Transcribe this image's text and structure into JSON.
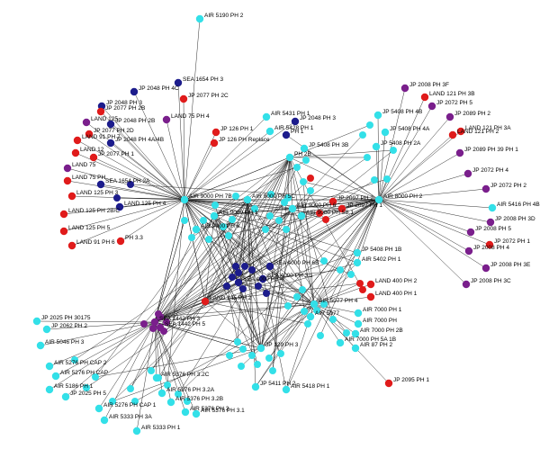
{
  "graph": {
    "colors": {
      "cyan": "#33e0e8",
      "red": "#e01b1b",
      "navy": "#1c1c8c",
      "purple": "#7a1f8c"
    },
    "nodes": [
      {
        "id": "AIR 5190 PH 2",
        "label": "AIR 5190 PH 2",
        "color": "cyan"
      },
      {
        "id": "SEA 1654 PH 3",
        "label": "SEA 1654 PH 3",
        "color": "navy"
      },
      {
        "id": "JP 2048 PH 4C",
        "label": "JP 2048 PH 4C",
        "color": "navy"
      },
      {
        "id": "JP 2077 PH 2C",
        "label": "JP 2077 PH 2C",
        "color": "red"
      },
      {
        "id": "JP 2048 PH 3",
        "label": "JP 2048 PH 3",
        "color": "navy"
      },
      {
        "id": "JP 2077 PH 2B",
        "label": "JP 2077 PH 2B",
        "color": "red"
      },
      {
        "id": "LAND 75 PH 4",
        "label": "LAND 75 PH 4",
        "color": "purple"
      },
      {
        "id": "JP 2048 PH 2B",
        "label": "JP 2048 PH 2B",
        "color": "navy"
      },
      {
        "id": "LAND 125 PH 4",
        "label": "LAND 125",
        "color": "purple"
      },
      {
        "id": "JP 2077 PH 2D",
        "label": "JP 2077 PH 2D",
        "color": "red"
      },
      {
        "id": "LAND 91 PH 7",
        "label": "LAND 91 PH 7",
        "color": "red"
      },
      {
        "id": "JP 2048 PH 4A/4B",
        "label": "JP 2048 PH 4A/4B",
        "color": "navy"
      },
      {
        "id": "LAND 121",
        "label": "LAND 12",
        "color": "red"
      },
      {
        "id": "JP 2077 PH 1",
        "label": "JP 2077 PH 1",
        "color": "red"
      },
      {
        "id": "SEA 1654 PH 2A",
        "label": "SEA 1654 PH 2A",
        "color": "navy"
      },
      {
        "id": "LAND 75 PH 3",
        "label": "LAND 75",
        "color": "purple"
      },
      {
        "id": "LAND 125 PH 3",
        "label": "LAND 125 PH 3",
        "color": "red"
      },
      {
        "id": "LAND 75 PH 5",
        "label": "LAND 75 PH",
        "color": "red"
      },
      {
        "id": "LAND 125 PH 4B",
        "label": "LAND 125 PH 4",
        "color": "navy"
      },
      {
        "id": "LAND 125 PH 2B/C",
        "label": "LAND 125 PH 2B/C",
        "color": "red"
      },
      {
        "id": "LAND 125 PH 5",
        "label": "LAND 125 PH 5",
        "color": "red"
      },
      {
        "id": "LAND 125 PH 3.3",
        "label": "PH 3.3",
        "color": "red"
      },
      {
        "id": "LAND 91 PH 6",
        "label": "LAND 91 PH 6",
        "color": "red"
      },
      {
        "id": "JP 126 PH 1",
        "label": "JP 126 PH 1",
        "color": "red"
      },
      {
        "id": "JP 126 PH Replace",
        "label": "JP 126 PH Replace",
        "color": "red"
      },
      {
        "id": "AIR 9000 PH 7B",
        "label": "AIR 9000 PH 7B",
        "color": "cyan"
      },
      {
        "id": "AIR 5431 PH 1",
        "label": "AIR 5431 PH 1",
        "color": "cyan"
      },
      {
        "id": "AIR 5428 PH 1",
        "label": "AIR 5428 PH 1",
        "color": "cyan"
      },
      {
        "id": "JP 2048 PH 3B",
        "label": "JP 2048 PH 3",
        "color": "navy"
      },
      {
        "id": "JP 2030 PH 1",
        "label": "PH 1",
        "color": "navy"
      },
      {
        "id": "JP 5408 PH 4B",
        "label": "JP 5408 PH 4B",
        "color": "cyan"
      },
      {
        "id": "JP 5408 PH 4A",
        "label": "JP 5408 PH 4A",
        "color": "cyan"
      },
      {
        "id": "JP 5408 PH 2A",
        "label": "JP 5408 PH 2A",
        "color": "cyan"
      },
      {
        "id": "JP 5408 PH 3B",
        "label": "JP 5408 PH 3B",
        "color": "cyan"
      },
      {
        "id": "JP 5408 PH 2B",
        "label": "PH 2B",
        "color": "cyan"
      },
      {
        "id": "JP 2008 PH 3F",
        "label": "JP 2008 PH 3F",
        "color": "purple"
      },
      {
        "id": "LAND 121 PH 3B",
        "label": "LAND 121 PH 3B",
        "color": "red"
      },
      {
        "id": "JP 2072 PH 5",
        "label": "JP 2072 PH 5",
        "color": "purple"
      },
      {
        "id": "JP 2089 PH 2",
        "label": "JP 2089 PH 2",
        "color": "purple"
      },
      {
        "id": "LAND 121 PH 3A",
        "label": "LAND 121 PH 3A",
        "color": "red"
      },
      {
        "id": "LAND 121 PH 2",
        "label": "LAND 121 PH 2",
        "color": "red"
      },
      {
        "id": "JP 2089 PH 39",
        "label": "JP 2089 PH 39 PH 1",
        "color": "purple"
      },
      {
        "id": "JP 2072 PH 4",
        "label": "JP 2072 PH 4",
        "color": "purple"
      },
      {
        "id": "JP 2072 PH 2",
        "label": "JP 2072 PH 2",
        "color": "purple"
      },
      {
        "id": "AIR 8000 PH 2",
        "label": "AIR 8000 PH 2",
        "color": "cyan"
      },
      {
        "id": "AIR 5416 PH 4B",
        "label": "AIR 5416 PH 4B",
        "color": "cyan"
      },
      {
        "id": "JP 2008 PH 3D",
        "label": "JP 2008 PH 3D",
        "color": "purple"
      },
      {
        "id": "JP 2008 PH 5",
        "label": "JP 2008 PH 5",
        "color": "purple"
      },
      {
        "id": "JP 2072 PH 1",
        "label": "JP 2072 PH 1",
        "color": "red"
      },
      {
        "id": "JP 2008 PH 4",
        "label": "JP 2008 PH 4",
        "color": "purple"
      },
      {
        "id": "JP 2008 PH 3E",
        "label": "JP 2008 PH 3E",
        "color": "purple"
      },
      {
        "id": "JP 2008 PH 3C",
        "label": "JP 2008 PH 3C",
        "color": "purple"
      },
      {
        "id": "AIR 9000 PH 5C",
        "label": "AIR 9000 PH 5C",
        "color": "cyan"
      },
      {
        "id": "AIR 9000 PH 6",
        "label": "AIR 9000 PH 6",
        "color": "cyan"
      },
      {
        "id": "AIR 9000 PH 1",
        "label": "AIR 9000 PH 1",
        "color": "cyan"
      },
      {
        "id": "AIR 9000 PH 8",
        "label": "AIR 9000 PH 8",
        "color": "cyan"
      },
      {
        "id": "AIR 9000 PH 5B",
        "label": "AIR 9000 PH 5B.1",
        "color": "cyan"
      },
      {
        "id": "JP 2097 PH 2",
        "label": "JP 2097 PH 2",
        "color": "red"
      },
      {
        "id": "JP 2097 PH 1",
        "label": "JP 2097 PH 1",
        "color": "red"
      },
      {
        "id": "JP 5408 PH 1B",
        "label": "JP 5408 PH 1B",
        "color": "cyan"
      },
      {
        "id": "AIR 5402 PH 1",
        "label": "AIR 5402 PH 1",
        "color": "cyan"
      },
      {
        "id": "SEA 4000 PH 6B",
        "label": "SEA 4000 PH 6B",
        "color": "navy"
      },
      {
        "id": "SEA 4000 PH 3.1",
        "label": "SEA 4000 PH 3.1",
        "color": "navy"
      },
      {
        "id": "SEA 4000 PH 4",
        "label": "SEA 4000 PH 4",
        "color": "navy"
      },
      {
        "id": "LAND 400 PH 2",
        "label": "LAND 400 PH 2",
        "color": "red"
      },
      {
        "id": "LAND 400 PH 1",
        "label": "LAND 400 PH 1",
        "color": "red"
      },
      {
        "id": "LAND 145 PH 2",
        "label": "LAND 145 PH 2",
        "color": "red"
      },
      {
        "id": "AIR 5077 PH 4",
        "label": "AIR 5077 PH 4",
        "color": "cyan"
      },
      {
        "id": "AIR 5077 PH 5A",
        "label": "AIR 5077",
        "color": "cyan"
      },
      {
        "id": "AIR 7000 PH 1",
        "label": "AIR 7000 PH 1",
        "color": "cyan"
      },
      {
        "id": "AIR 7000 PH 1B",
        "label": "AIR 7000 PH",
        "color": "cyan"
      },
      {
        "id": "AIR 7000 PH 2B",
        "label": "AIR 7000 PH 2B",
        "color": "cyan"
      },
      {
        "id": "AIR 7000 PH 5A 1B",
        "label": "AIR 7000 PH 5A 1B",
        "color": "cyan"
      },
      {
        "id": "AIR 87 PH 2",
        "label": "AIR 87 PH 2",
        "color": "cyan"
      },
      {
        "id": "JP 2025 PH 30175",
        "label": "JP 2025 PH 30175",
        "color": "cyan"
      },
      {
        "id": "JP 2062 PH 2",
        "label": "JP 2062 PH 2",
        "color": "cyan"
      },
      {
        "id": "SEA 1442 PH 3",
        "label": "SEA 1442 PH 3",
        "color": "purple"
      },
      {
        "id": "SEA 1442 PH 5",
        "label": "SEA 1442 PH 5",
        "color": "purple"
      },
      {
        "id": "AIR 5046 PH 3",
        "label": "AIR 5046 PH 3",
        "color": "cyan"
      },
      {
        "id": "JP 129 PH 3",
        "label": "JP 129 PH 3",
        "color": "cyan"
      },
      {
        "id": "AIR 5276 PH CAP 2",
        "label": "AIR 5276 PH CAP 2",
        "color": "cyan"
      },
      {
        "id": "AIR 5276 PH CAP 3",
        "label": "AIR 5276 PH CAP",
        "color": "cyan"
      },
      {
        "id": "AIR 5376 PH 3.2C",
        "label": "AIR 5376 PH 3.2C",
        "color": "cyan"
      },
      {
        "id": "AIR 5186 PH 1",
        "label": "AIR 5186 PH 1",
        "color": "cyan"
      },
      {
        "id": "JP 2025 PH 5",
        "label": "JP 2025 PH 5",
        "color": "cyan"
      },
      {
        "id": "AIR 5376 PH 3.2A",
        "label": "AIR 5376 PH 3.2A",
        "color": "cyan"
      },
      {
        "id": "AIR 5376 PH 3.2B",
        "label": "AIR 5376 PH 3.2B",
        "color": "cyan"
      },
      {
        "id": "AIR 5276 PH CAP 1",
        "label": "AIR 5276 PH CAP 1",
        "color": "cyan"
      },
      {
        "id": "AIR 5376 PH 3.1B",
        "label": "AIR 5376 PH 3",
        "color": "cyan"
      },
      {
        "id": "AIR 5376 PH 3.1",
        "label": "AIR 5376 PH 3.1",
        "color": "cyan"
      },
      {
        "id": "AIR 5333 PH 3A",
        "label": "AIR 5333 PH 3A",
        "color": "cyan"
      },
      {
        "id": "AIR 5333 PH 1",
        "label": "AIR 5333 PH 1",
        "color": "cyan"
      },
      {
        "id": "JP 5411 PH 2",
        "label": "JP 5411 PH 2",
        "color": "cyan"
      },
      {
        "id": "AIR 5418 PH 1",
        "label": "AIR 5418 PH 1",
        "color": "cyan"
      },
      {
        "id": "JP 2095 PH 1",
        "label": "JP 2095 PH 1",
        "color": "red"
      }
    ]
  }
}
